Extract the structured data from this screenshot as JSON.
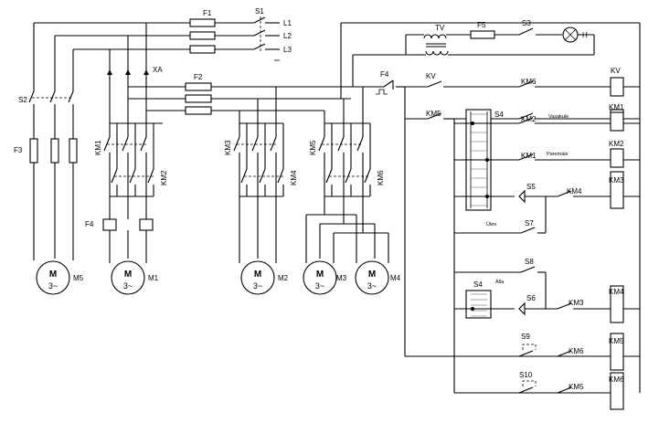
{
  "supply": {
    "lines": [
      "L1",
      "L2",
      "L3"
    ],
    "main_switch": "S1",
    "main_fuse": "F1"
  },
  "fuses": {
    "f2": "F2",
    "f3": "F3",
    "f4": "F4",
    "f5": "F5"
  },
  "switches": {
    "s2": "S2",
    "s3": "S3",
    "s4": "S4",
    "s5": "S5",
    "s6": "S6",
    "s7": "S7",
    "s8": "S8",
    "s9": "S9",
    "s10": "S10"
  },
  "misc": {
    "ammeter": "XA",
    "transformer": "TV",
    "lamp": "H",
    "top_note": "Vasakule",
    "second_note": "Paremale",
    "ylesse": "Üles",
    "alla": "Alla"
  },
  "motors": [
    {
      "id": "M5",
      "m": "M",
      "phase": "3~"
    },
    {
      "id": "M1",
      "m": "M",
      "phase": "3~"
    },
    {
      "id": "M2",
      "m": "M",
      "phase": "3~"
    },
    {
      "id": "M3",
      "m": "M",
      "phase": "3~"
    },
    {
      "id": "M4",
      "m": "M",
      "phase": "3~"
    }
  ],
  "power_contactors": [
    "KM1",
    "KM2",
    "KM3",
    "KM4",
    "KM5",
    "KM6"
  ],
  "control": {
    "kv_contact": "KV",
    "km5_contact": "KM5",
    "rungs": [
      {
        "contact": "KM6",
        "coil": "KV"
      },
      {
        "contact": "KM2",
        "coil": "KM1"
      },
      {
        "contact": "KM1",
        "coil": "KM2"
      },
      {
        "contact": "KM4",
        "coil": "KM3"
      },
      {
        "contact": "KM3",
        "coil": "KM4"
      },
      {
        "contact": "KM6",
        "coil": "KM5"
      },
      {
        "contact": "KM5",
        "coil": "KM6"
      }
    ]
  }
}
